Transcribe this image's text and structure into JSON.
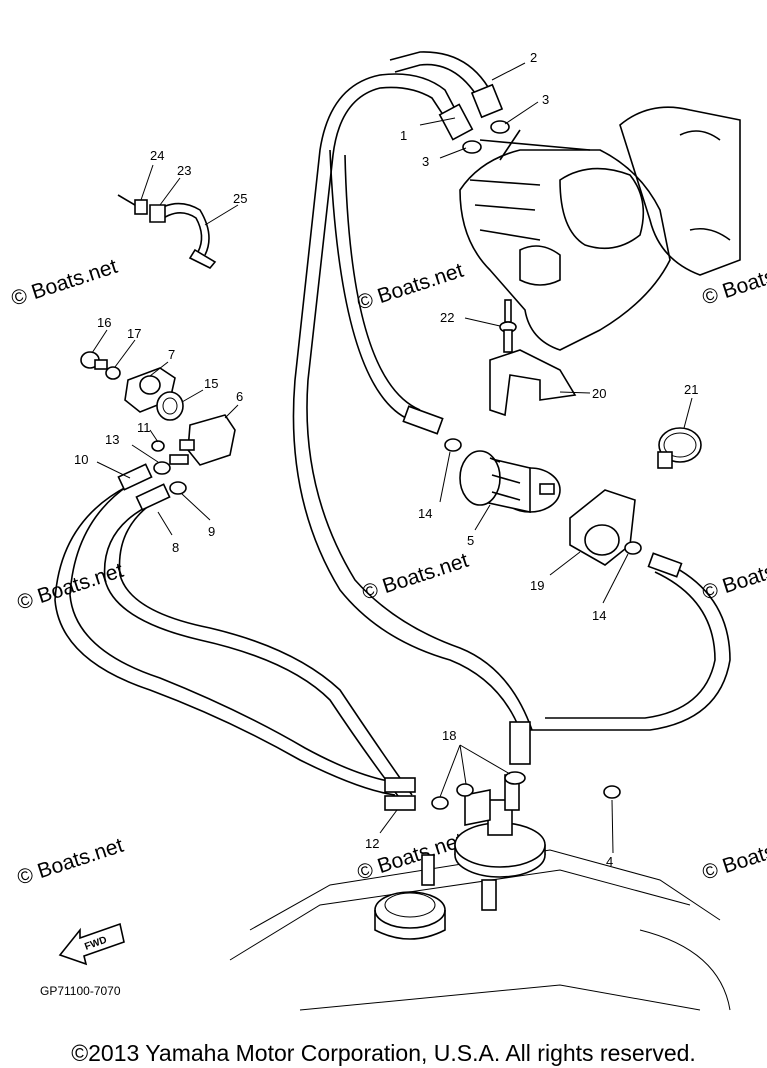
{
  "watermark": {
    "text": "© Boats.net"
  },
  "diagram_code": "GP71100-7070",
  "fwd_label": "FWD",
  "copyright": "©2013 Yamaha Motor Corporation, U.S.A. All rights reserved.",
  "callouts": [
    "1",
    "2",
    "3",
    "3",
    "4",
    "5",
    "6",
    "7",
    "8",
    "9",
    "10",
    "11",
    "12",
    "13",
    "14",
    "14",
    "15",
    "16",
    "17",
    "18",
    "19",
    "20",
    "21",
    "22",
    "23",
    "24",
    "25"
  ]
}
